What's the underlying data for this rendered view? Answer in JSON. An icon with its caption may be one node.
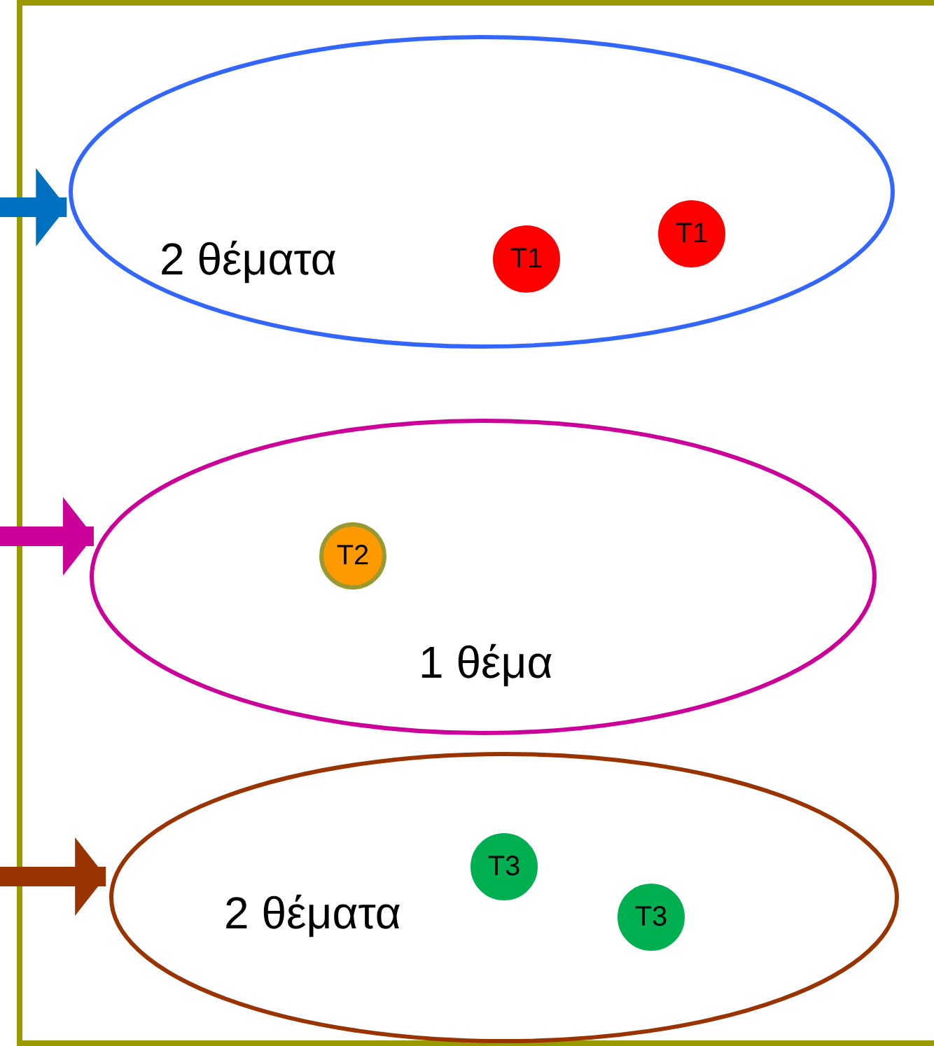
{
  "diagram": {
    "nodes": [
      {
        "text": [],
        "shape": "box"
      },
      {
        "text": [
          "2 θέματα"
        ],
        "in": 0
      },
      {
        "text": [
          "T1"
        ],
        "in": 1
      },
      {
        "text": [
          "T1"
        ],
        "in": 1
      },
      {
        "text": [
          "1 θέμα"
        ],
        "in": 0
      },
      {
        "text": [
          "T2"
        ],
        "in": 4
      },
      {
        "text": [
          "2 θέματα"
        ],
        "in": 0
      },
      {
        "text": [
          "T3"
        ],
        "in": 6
      },
      {
        "text": [
          "T3"
        ],
        "in": 6
      }
    ],
    "edges": [
      {
        "from": null,
        "to": 1,
        "arrow": "to",
        "color": "#0070c0"
      },
      {
        "from": null,
        "to": 4,
        "arrow": "to",
        "color": "#cc0099"
      },
      {
        "from": null,
        "to": 6,
        "arrow": "to",
        "color": "#993300"
      }
    ]
  }
}
